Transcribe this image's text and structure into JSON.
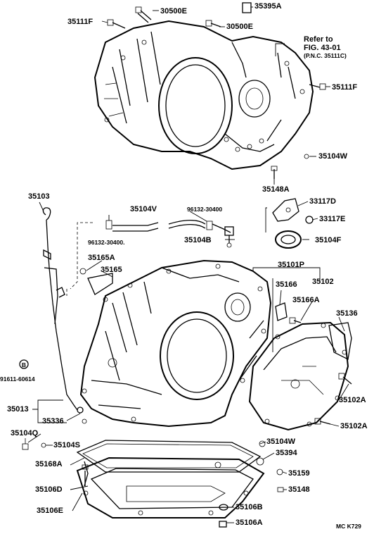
{
  "diagram": {
    "labels": {
      "l_35395A": "35395A",
      "l_30500E_top": "30500E",
      "l_35111F_top": "35111F",
      "l_30500E_mid": "30500E",
      "l_ref_1": "Refer to",
      "l_ref_2": "FIG. 43-01",
      "l_ref_3": "(P.N.C. 35111C)",
      "l_35111F_right": "35111F",
      "l_35104W_top": "35104W",
      "l_35148A": "35148A",
      "l_33117D": "33117D",
      "l_33117E": "33117E",
      "l_35103": "35103",
      "l_35104V": "35104V",
      "l_96132_30400_a": "96132-30400",
      "l_96132_30400_b": "96132-30400.",
      "l_35104B": "35104B",
      "l_35104F": "35104F",
      "l_35165A": "35165A",
      "l_35165": "35165",
      "l_35101P": "35101P",
      "l_35166": "35166",
      "l_35102": "35102",
      "l_35166A": "35166A",
      "l_35136": "35136",
      "l_91611_60614": "91611-60614",
      "l_35013": "35013",
      "l_35336": "35336",
      "l_35102A_a": "35102A",
      "l_35102A_b": "35102A",
      "l_35104Q": "35104Q",
      "l_35104S": "35104S",
      "l_35104W_low": "35104W",
      "l_35394": "35394",
      "l_35168A": "35168A",
      "l_35159": "35159",
      "l_35106D": "35106D",
      "l_35148": "35148",
      "l_35106E": "35106E",
      "l_35106B": "35106B",
      "l_35106A": "35106A",
      "l_B_marker": "B",
      "l_footer": "MC  K729"
    }
  }
}
